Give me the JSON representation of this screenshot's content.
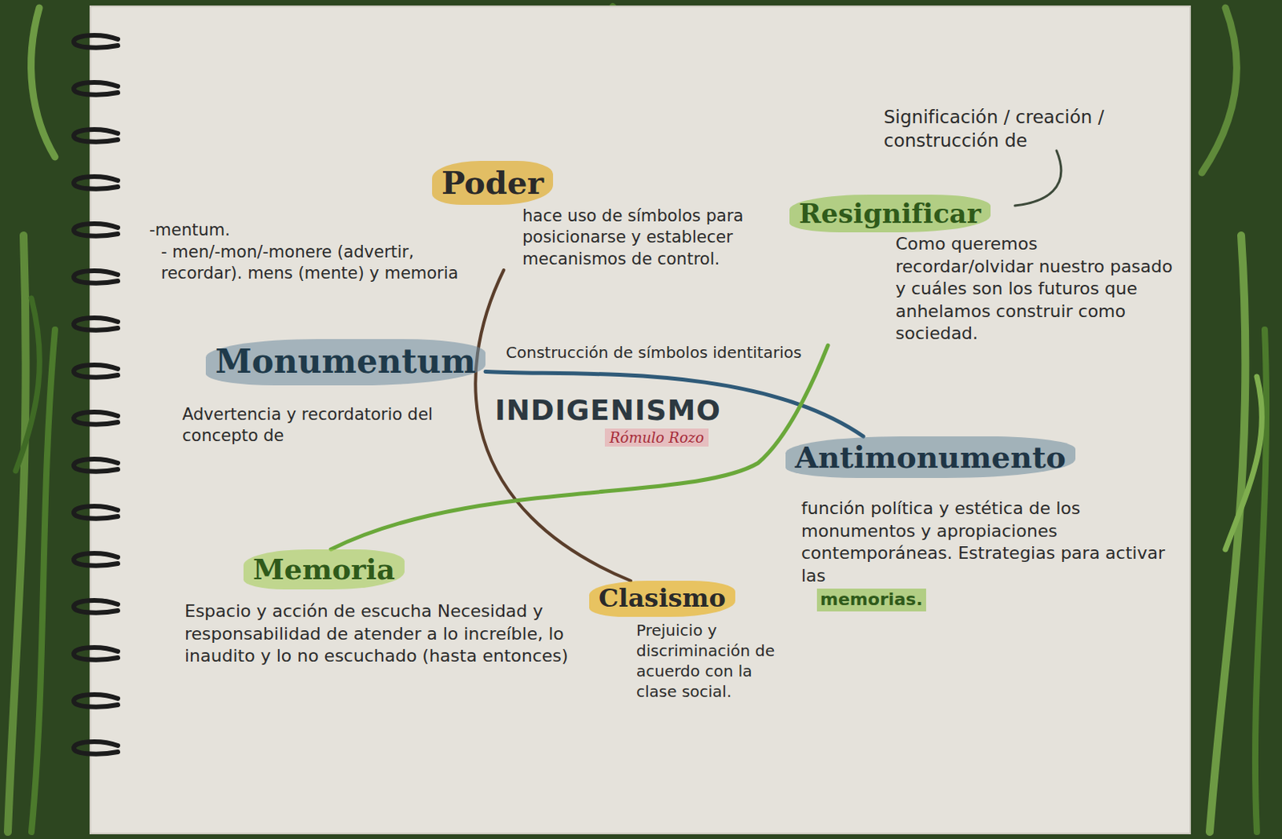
{
  "diagram": {
    "nodes": [
      {
        "text": [
          "INDIGENISMO",
          "Rómulo Rozo"
        ]
      },
      {
        "text": [
          "Poder",
          "hace uso de símbolos para posicionarse y establecer mecanismos de control."
        ]
      },
      {
        "text": [
          "Monumentum",
          "Advertencia y recordatorio del concepto de"
        ]
      },
      {
        "text": [
          "Resignificar",
          "Como queremos recordar/olvidar nuestro pasado y cuáles son los futuros que anhelamos construir como sociedad."
        ]
      },
      {
        "text": [
          "Antimonumento",
          "función política y estética de los monumentos y apropiaciones contemporáneas. Estrategias para activar las",
          "memorias."
        ]
      },
      {
        "text": [
          "Memoria",
          "Espacio y acción de escucha Necesidad y responsabilidad de atender a lo increíble, lo inaudito y lo no escuchado (hasta entonces)"
        ]
      },
      {
        "text": [
          "Clasismo",
          "Prejuicio y discriminación de acuerdo con la clase social."
        ]
      }
    ],
    "edges": [
      {
        "from": 1,
        "to": 6,
        "arrow": "none"
      },
      {
        "from": 2,
        "to": 4,
        "label": "Construcción de símbolos identitarios",
        "arrow": "none"
      },
      {
        "from": 5,
        "to": 3,
        "arrow": "none"
      }
    ],
    "labels": [
      "-mentum.",
      "- men/-mon/-monere (advertir, recordar). mens (mente) y memoria",
      "Significación / creación / construcción de"
    ]
  }
}
